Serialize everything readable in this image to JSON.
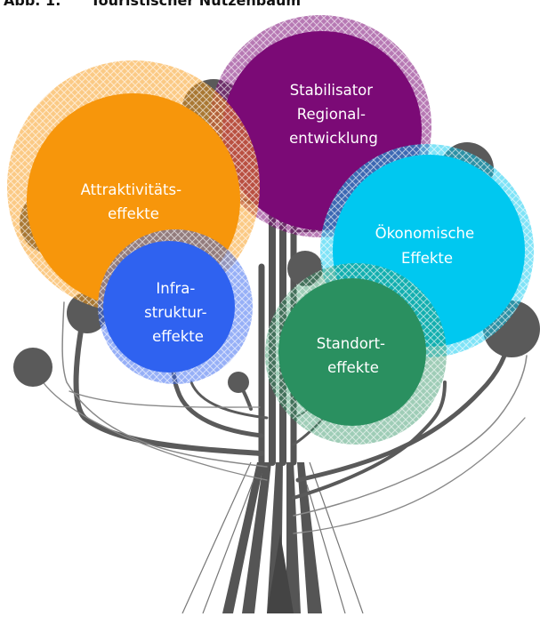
{
  "caption": "Abb. 1:      Touristischer Nutzenbaum",
  "colors": {
    "trunk": "#555555",
    "branch_dot": "#5a5a5a",
    "outline": "#777777",
    "stabilisator": "#7b0a76",
    "attraktivitaet": "#f7960b",
    "oekonomisch": "#00c8f0",
    "infrastruktur": "#2f62f0",
    "standort": "#2a9060"
  },
  "bubbles": [
    {
      "id": "stabilisator",
      "lines": [
        "Stabilisator",
        "Regional-",
        "entwicklung"
      ],
      "color_key": "stabilisator",
      "halo_icon": "crosshatch-halo"
    },
    {
      "id": "attraktivitaet",
      "lines": [
        "Attraktivitäts-",
        "effekte"
      ],
      "color_key": "attraktivitaet",
      "halo_icon": "crosshatch-halo"
    },
    {
      "id": "oekonomisch",
      "lines": [
        "Ökonomische",
        "Effekte"
      ],
      "color_key": "oekonomisch",
      "halo_icon": "crosshatch-halo"
    },
    {
      "id": "infrastruktur",
      "lines": [
        "Infra-",
        "struktur-",
        "effekte"
      ],
      "color_key": "infrastruktur",
      "halo_icon": "crosshatch-halo"
    },
    {
      "id": "standort",
      "lines": [
        "Standort-",
        "effekte"
      ],
      "color_key": "standort",
      "halo_icon": "crosshatch-halo"
    }
  ]
}
